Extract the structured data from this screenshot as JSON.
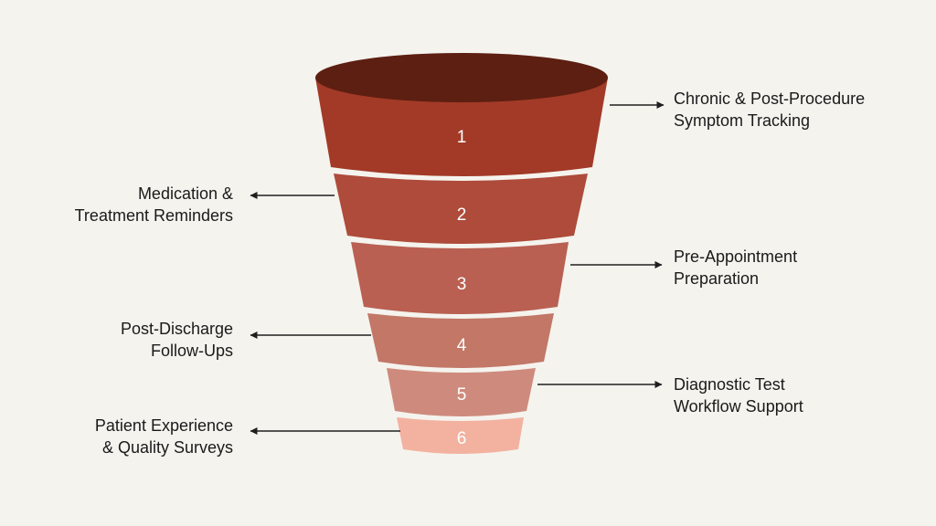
{
  "colors": {
    "background": "#f5f3ee",
    "arrow": "#1f1f1f",
    "text": "#1a1a1a",
    "number": "#ffffff"
  },
  "funnel": {
    "type": "funnel",
    "levels": [
      {
        "number": "1",
        "label": "Chronic & Post-Procedure\nSymptom Tracking",
        "side": "right",
        "color": "#a23a27",
        "top_color": "#5d1f11"
      },
      {
        "number": "2",
        "label": "Medication &\nTreatment Reminders",
        "side": "left",
        "color": "#ae4b3a"
      },
      {
        "number": "3",
        "label": "Pre-Appointment\nPreparation",
        "side": "right",
        "color": "#b96052"
      },
      {
        "number": "4",
        "label": "Post-Discharge\nFollow-Ups",
        "side": "left",
        "color": "#c27767"
      },
      {
        "number": "5",
        "label": "Diagnostic Test\nWorkflow Support",
        "side": "right",
        "color": "#ce8b7d"
      },
      {
        "number": "6",
        "label": "Patient Experience\n& Quality Surveys",
        "side": "left",
        "color": "#f3b2a0"
      }
    ]
  }
}
